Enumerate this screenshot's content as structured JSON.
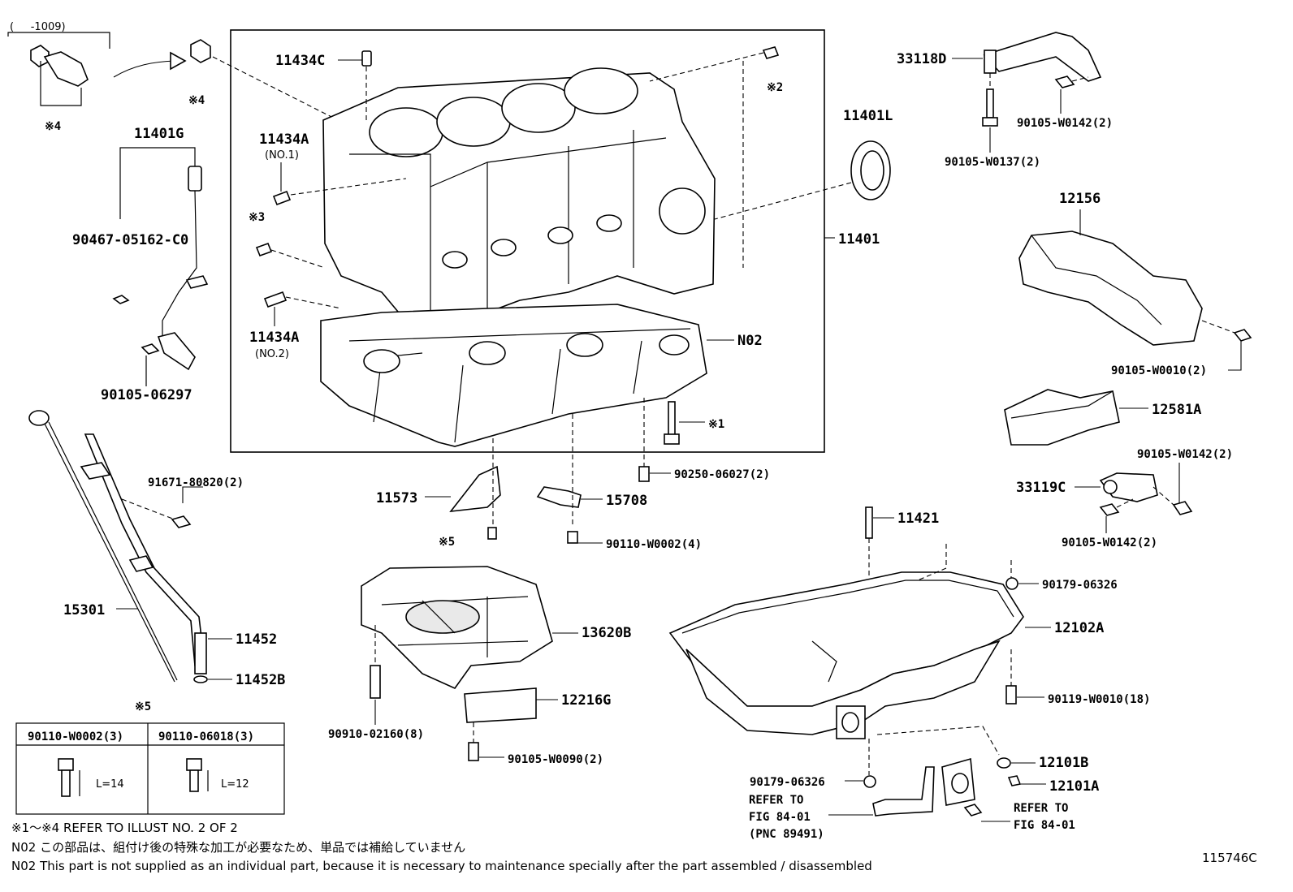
{
  "top_left_range": "(     -1009)",
  "marks": {
    "m1": "※1",
    "m2": "※2",
    "m3": "※3",
    "m4a": "※4",
    "m4b": "※4",
    "m5a": "※5",
    "m5b": "※5"
  },
  "parts": {
    "p11434C": "11434C",
    "p11434A_1": "11434A",
    "p11434A_1_sub": "(NO.1)",
    "p11434A_2": "11434A",
    "p11434A_2_sub": "(NO.2)",
    "p11401": "11401",
    "p11401L": "11401L",
    "pN02": "N02",
    "p11401G": "11401G",
    "p90467": "90467-05162-C0",
    "p90105_06297": "90105-06297",
    "p91671": "91671-80820(2)",
    "p15301": "15301",
    "p11452": "11452",
    "p11452B": "11452B",
    "p11573": "11573",
    "p15708": "15708",
    "p90110_W0002_4": "90110-W0002(4)",
    "p90250": "90250-06027(2)",
    "p13620B": "13620B",
    "p12216G": "12216G",
    "p90910": "90910-02160(8)",
    "p90105_W0090": "90105-W0090(2)",
    "p33118D": "33118D",
    "p90105_W0142_a": "90105-W0142(2)",
    "p90105_W0137": "90105-W0137(2)",
    "p12156": "12156",
    "p90105_W0010": "90105-W0010(2)",
    "p12581A": "12581A",
    "p90105_W0142_b": "90105-W0142(2)",
    "p33119C": "33119C",
    "p90105_W0142_c": "90105-W0142(2)",
    "p11421": "11421",
    "p90179_a": "90179-06326",
    "p12102A": "12102A",
    "p90119": "90119-W0010(18)",
    "p12101B": "12101B",
    "p12101A": "12101A",
    "p90179_b": "90179-06326",
    "refer1_l1": "REFER TO",
    "refer1_l2": "FIG 84-01",
    "refer1_l3": "(PNC 89491)",
    "refer2_l1": "REFER TO",
    "refer2_l2": "FIG 84-01"
  },
  "bolt_table": {
    "col1_head": "90110-W0002(3)",
    "col2_head": "90110-06018(3)",
    "col1_len": "L=14",
    "col2_len": "L=12"
  },
  "notes": {
    "line1": "※1～※4  REFER TO ILLUST NO. 2 OF 2",
    "line2": "N02  この部品は、組付け後の特殊な加工が必要なため、単品では補給していません",
    "line3": "N02  This part is not supplied as an individual part, because it is necessary to maintenance specially after the part assembled / disassembled"
  },
  "figure_id": "115746C"
}
